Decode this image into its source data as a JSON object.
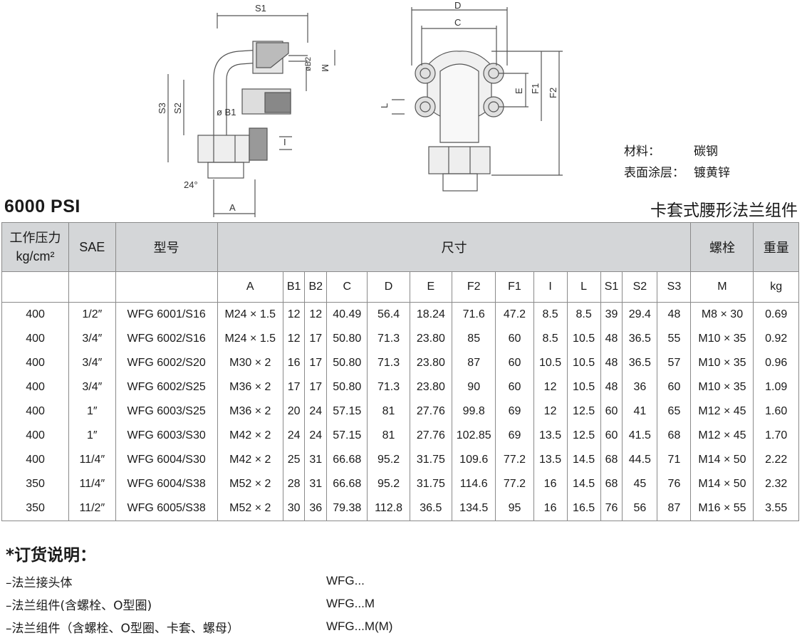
{
  "drawing": {
    "dims_left": [
      "S1",
      "M",
      "øB2",
      "S3",
      "S2",
      "ø B1",
      "I",
      "24°",
      "A"
    ],
    "dims_right": [
      "D",
      "C",
      "L",
      "E",
      "F1",
      "F2"
    ]
  },
  "material": {
    "label1": "材料：",
    "value1": "碳钢",
    "label2": "表面涂层：",
    "value2": "镀黄锌"
  },
  "psi_label": "6000 PSI",
  "product_title": "卡套式腰形法兰组件",
  "table": {
    "h_pressure_1": "工作压力",
    "h_pressure_2": "kg/cm²",
    "h_sae": "SAE",
    "h_model": "型号",
    "h_dims": "尺寸",
    "h_bolt": "螺栓",
    "h_weight": "重量",
    "sub_headers": [
      "A",
      "B1",
      "B2",
      "C",
      "D",
      "E",
      "F2",
      "F1",
      "I",
      "L",
      "S1",
      "S2",
      "S3",
      "M",
      "kg"
    ],
    "rows": [
      [
        "400",
        "1/2″",
        "WFG 6001/S16",
        "M24 × 1.5",
        "12",
        "12",
        "40.49",
        "56.4",
        "18.24",
        "71.6",
        "47.2",
        "8.5",
        "8.5",
        "39",
        "29.4",
        "48",
        "M8 × 30",
        "0.69"
      ],
      [
        "400",
        "3/4″",
        "WFG 6002/S16",
        "M24 × 1.5",
        "12",
        "17",
        "50.80",
        "71.3",
        "23.80",
        "85",
        "60",
        "8.5",
        "10.5",
        "48",
        "36.5",
        "55",
        "M10 × 35",
        "0.92"
      ],
      [
        "400",
        "3/4″",
        "WFG 6002/S20",
        "M30 × 2",
        "16",
        "17",
        "50.80",
        "71.3",
        "23.80",
        "87",
        "60",
        "10.5",
        "10.5",
        "48",
        "36.5",
        "57",
        "M10 × 35",
        "0.96"
      ],
      [
        "400",
        "3/4″",
        "WFG 6002/S25",
        "M36 × 2",
        "17",
        "17",
        "50.80",
        "71.3",
        "23.80",
        "90",
        "60",
        "12",
        "10.5",
        "48",
        "36",
        "60",
        "M10 × 35",
        "1.09"
      ],
      [
        "400",
        "1″",
        "WFG 6003/S25",
        "M36 × 2",
        "20",
        "24",
        "57.15",
        "81",
        "27.76",
        "99.8",
        "69",
        "12",
        "12.5",
        "60",
        "41",
        "65",
        "M12 × 45",
        "1.60"
      ],
      [
        "400",
        "1″",
        "WFG 6003/S30",
        "M42 × 2",
        "24",
        "24",
        "57.15",
        "81",
        "27.76",
        "102.85",
        "69",
        "13.5",
        "12.5",
        "60",
        "41.5",
        "68",
        "M12 × 45",
        "1.70"
      ],
      [
        "400",
        "11/4″",
        "WFG 6004/S30",
        "M42 × 2",
        "25",
        "31",
        "66.68",
        "95.2",
        "31.75",
        "109.6",
        "77.2",
        "13.5",
        "14.5",
        "68",
        "44.5",
        "71",
        "M14 × 50",
        "2.22"
      ],
      [
        "350",
        "11/4″",
        "WFG 6004/S38",
        "M52 × 2",
        "28",
        "31",
        "66.68",
        "95.2",
        "31.75",
        "114.6",
        "77.2",
        "16",
        "14.5",
        "68",
        "45",
        "76",
        "M14 × 50",
        "2.32"
      ],
      [
        "350",
        "11/2″",
        "WFG 6005/S38",
        "M52 × 2",
        "30",
        "36",
        "79.38",
        "112.8",
        "36.5",
        "134.5",
        "95",
        "16",
        "16.5",
        "76",
        "56",
        "87",
        "M16 × 55",
        "3.55"
      ]
    ]
  },
  "order": {
    "title": "*订货说明：",
    "items": [
      {
        "label": "–法兰接头体",
        "code": "WFG..."
      },
      {
        "label": "–法兰组件(含螺栓、O型圈)",
        "code": "WFG...M"
      },
      {
        "label": "–法兰组件（含螺栓、O型圈、卡套、螺母）",
        "code": "WFG...M(M)"
      }
    ]
  }
}
